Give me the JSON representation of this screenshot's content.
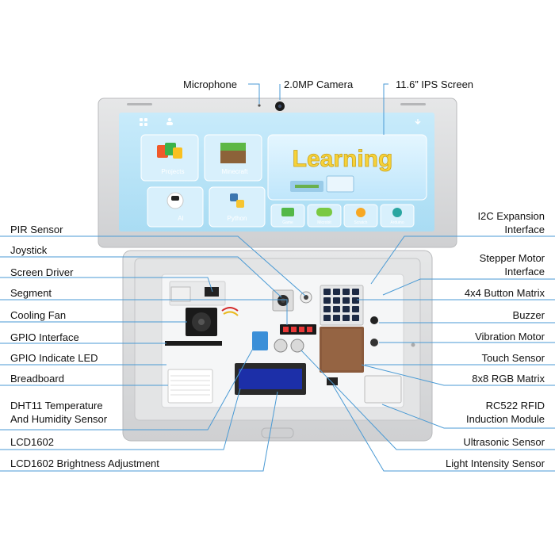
{
  "screen": {
    "learning_text": "Learning",
    "apps": {
      "projects": "Projects",
      "minecraft": "Minecraft",
      "ai": "AI",
      "python": "Python",
      "game": "Game",
      "microbit": "Microbit",
      "scratch": "Scratch",
      "arduino": "Arduino"
    }
  },
  "labels": {
    "top": {
      "microphone": "Microphone",
      "camera": "2.0MP Camera",
      "screen": "11.6” IPS Screen"
    },
    "left": [
      "PIR Sensor",
      "Joystick",
      "Screen Driver",
      "Segment",
      "Cooling Fan",
      "GPIO Interface",
      "GPIO Indicate LED",
      "Breadboard",
      "DHT11 Temperature",
      "And Humidity Sensor",
      "LCD1602",
      "LCD1602 Brightness Adjustment"
    ],
    "right": [
      "I2C Expansion",
      "Interface",
      "Stepper Motor",
      "Interface",
      "4x4 Button Matrix",
      "Buzzer",
      "Vibration Motor",
      "Touch Sensor",
      "8x8 RGB Matrix",
      "RC522 RFID",
      "Induction Module",
      "Ultrasonic Sensor",
      "Light Intensity Sensor"
    ]
  },
  "colors": {
    "leader_line": "#4a9ad4",
    "laptop_body": "#d9dadb",
    "screen_bg": "#bfe4f6",
    "learning_text": "#f6d23a",
    "lcd_blue": "#1c2fa8"
  }
}
